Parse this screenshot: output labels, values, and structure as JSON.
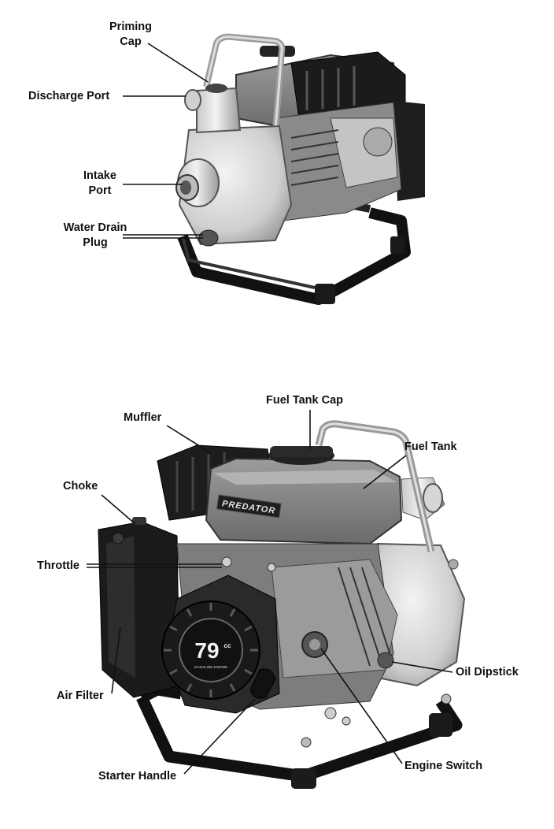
{
  "figure_top": {
    "labels": {
      "priming_cap_line1": "Priming",
      "priming_cap_line2": "Cap",
      "discharge_port": "Discharge Port",
      "intake_port_line1": "Intake",
      "intake_port_line2": "Port",
      "water_drain_plug_line1": "Water Drain",
      "water_drain_plug_line2": "Plug"
    }
  },
  "figure_bottom": {
    "labels": {
      "fuel_tank_cap": "Fuel Tank Cap",
      "muffler": "Muffler",
      "fuel_tank": "Fuel Tank",
      "choke": "Choke",
      "throttle": "Throttle",
      "oil_dipstick": "Oil Dipstick",
      "air_filter": "Air Filter",
      "starter_handle": "Starter Handle",
      "engine_switch": "Engine Switch"
    },
    "branding": {
      "tank_logo": "PREDATOR",
      "engine_badge_number": "79",
      "engine_badge_unit": "cc",
      "engine_badge_text": "GASOLINE ENGINE"
    }
  }
}
